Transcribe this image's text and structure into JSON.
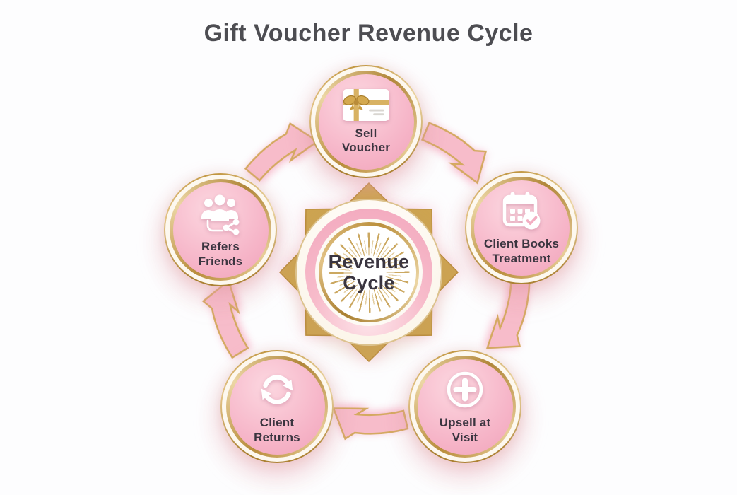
{
  "title": "Gift Voucher Revenue Cycle",
  "center": {
    "line1": "Revenue",
    "line2": "Cycle"
  },
  "nodes": [
    {
      "id": "sell-voucher",
      "icon": "gift-card-icon",
      "label_line1": "Sell",
      "label_line2": "Voucher"
    },
    {
      "id": "client-books-treatment",
      "icon": "calendar-check-icon",
      "label_line1": "Client Books",
      "label_line2": "Treatment"
    },
    {
      "id": "upsell-at-visit",
      "icon": "plus-circle-icon",
      "label_line1": "Upsell at",
      "label_line2": "Visit"
    },
    {
      "id": "client-returns",
      "icon": "refresh-icon",
      "label_line1": "Client",
      "label_line2": "Returns"
    },
    {
      "id": "refers-friends",
      "icon": "people-share-icon",
      "label_line1": "Refers",
      "label_line2": "Friends"
    }
  ],
  "colors": {
    "background": "#fdfdfe",
    "title_text": "#4d4d52",
    "node_text": "#3b3540",
    "pink": "#f6b5c8",
    "pink_light": "#fcd7e0",
    "gold": "#c9a04e",
    "gold_dark": "#b1873a",
    "arrow_pink": "#f7bcca",
    "arrow_outline": "#d4a960",
    "icon_white": "#ffffff"
  }
}
